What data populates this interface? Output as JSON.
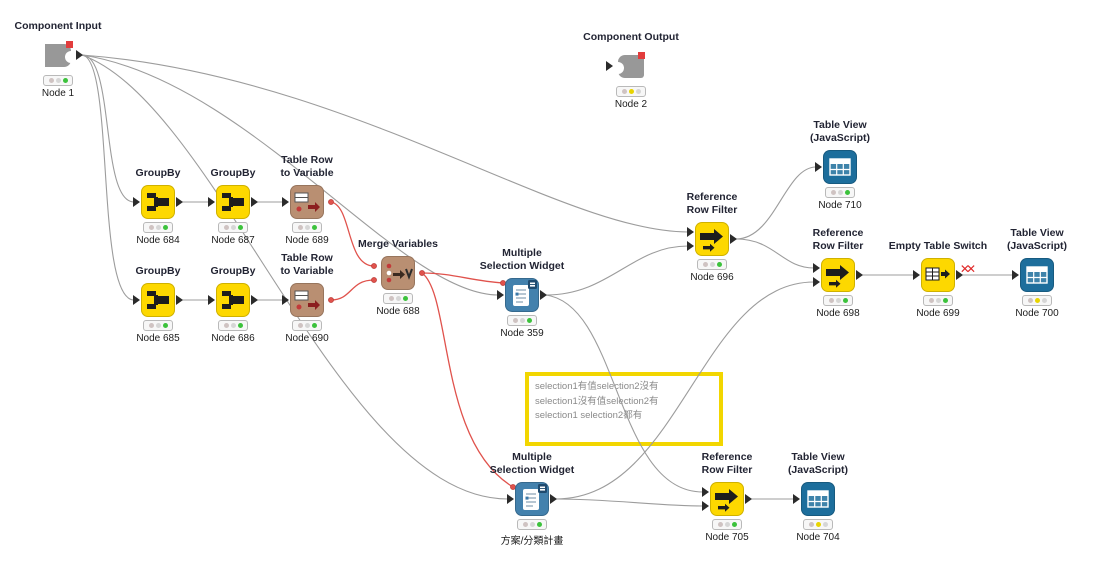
{
  "palette": {
    "yellow_node": "#fdd800",
    "tan_node": "#b98f72",
    "widget_node": "#4381ad",
    "view_node": "#1d6e9c",
    "component_node": "#9b9b9b",
    "edge": "#9c9c9c",
    "variable_edge": "#e0524c",
    "annotation_border": "#f2d600",
    "status_green": "#3cc23c",
    "status_yellow": "#e8d400"
  },
  "annotation": {
    "line1": "selection1有值selection2沒有",
    "line2": "selection1沒有值selection2有",
    "line3": "selection1 selection2都有"
  },
  "nodes": {
    "n1": {
      "title": "Component Input",
      "label": "Node 1",
      "status": "green"
    },
    "n2": {
      "title": "Component Output",
      "label": "Node 2",
      "status": "yellow"
    },
    "n684": {
      "title": "GroupBy",
      "label": "Node 684",
      "status": "green"
    },
    "n687": {
      "title": "GroupBy",
      "label": "Node 687",
      "status": "green"
    },
    "n689": {
      "title": "Table Row\nto Variable",
      "label": "Node 689",
      "status": "green"
    },
    "n685": {
      "title": "GroupBy",
      "label": "Node 685",
      "status": "green"
    },
    "n686": {
      "title": "GroupBy",
      "label": "Node 686",
      "status": "green"
    },
    "n690": {
      "title": "Table Row\nto Variable",
      "label": "Node 690",
      "status": "green"
    },
    "n688": {
      "title": "Merge Variables",
      "label": "Node 688",
      "status": "green"
    },
    "n359": {
      "title": "Multiple\nSelection Widget",
      "label": "Node 359",
      "status": "green"
    },
    "n696": {
      "title": "Reference\nRow Filter",
      "label": "Node 696",
      "status": "green"
    },
    "n710": {
      "title": "Table View\n(JavaScript)",
      "label": "Node 710",
      "status": "green"
    },
    "n698": {
      "title": "Reference\nRow Filter",
      "label": "Node 698",
      "status": "green"
    },
    "n699": {
      "title": "Empty Table Switch",
      "label": "Node 699",
      "status": "green"
    },
    "n700": {
      "title": "Table View\n(JavaScript)",
      "label": "Node 700",
      "status": "yellow"
    },
    "w2": {
      "title": "Multiple\nSelection Widget",
      "label": "方案/分類計畫",
      "status": "green"
    },
    "n705": {
      "title": "Reference\nRow Filter",
      "label": "Node 705",
      "status": "green"
    },
    "n704": {
      "title": "Table View\n(JavaScript)",
      "label": "Node 704",
      "status": "yellow"
    }
  }
}
